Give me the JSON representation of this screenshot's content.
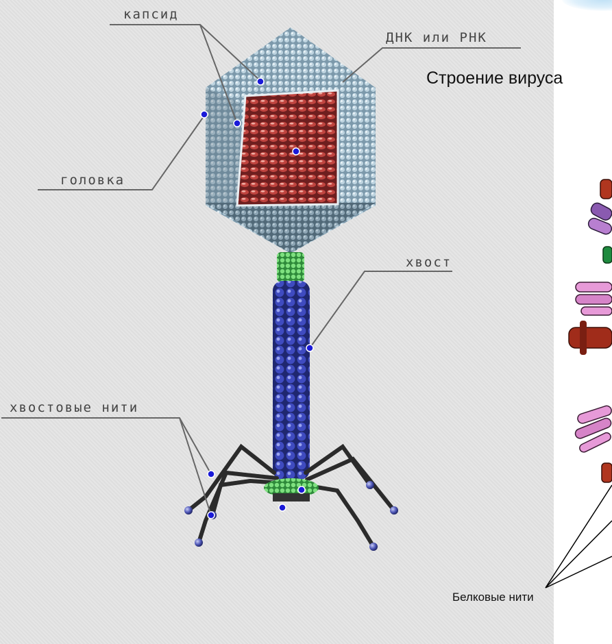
{
  "labels": {
    "capsid": "капсид",
    "dna_rna": "ДНК или РНК",
    "head": "головка",
    "tail": "хвост",
    "tail_fibers": "хвостовые нити"
  },
  "right_panel": {
    "title": "Строение вируса",
    "protein_fibers": "Белковые нити"
  },
  "colors": {
    "capsid": "#9ab7c7",
    "nucleic_acid": "#a83a38",
    "collar": "#66d26a",
    "tail": "#3a46b8",
    "fibers": "#2b2b2b",
    "pointer": "#1a1ad8",
    "leader": "#666666"
  }
}
